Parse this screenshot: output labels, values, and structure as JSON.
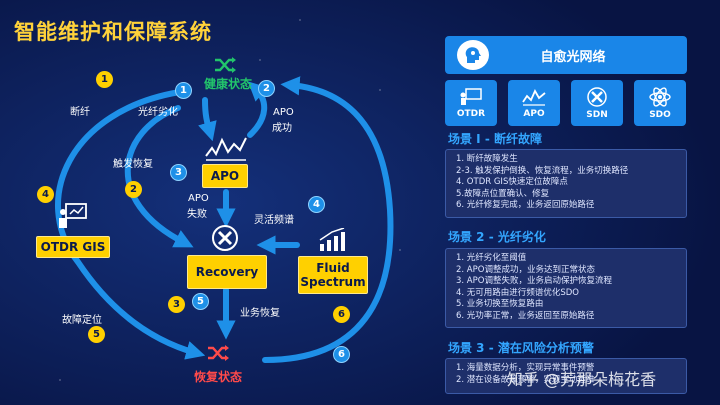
{
  "title": "智能维护和保障系统",
  "nodes": {
    "health": "健康状态",
    "apo": "APO",
    "recovery": "Recovery",
    "otdr": "OTDR GIS",
    "fluid_line1": "Fluid",
    "fluid_line2": "Spectrum",
    "restore": "恢复状态"
  },
  "edge_labels": {
    "break": "断纤",
    "degrade": "光纤劣化",
    "apo_success_1": "APO",
    "apo_success_2": "成功",
    "trigger_recover": "触发恢复",
    "apo_fail_1": "APO",
    "apo_fail_2": "失败",
    "flex_spectrum": "灵活频谱",
    "service_recover": "业务恢复",
    "fault_locate": "故障定位"
  },
  "badges": [
    "1",
    "1",
    "2",
    "2",
    "3",
    "4",
    "4",
    "5",
    "3",
    "5",
    "6",
    "6"
  ],
  "header": "自愈光网络",
  "tiles": [
    "OTDR",
    "APO",
    "SDN",
    "SDO"
  ],
  "scenarios": [
    {
      "title": "场景 I - 断纤故障",
      "items": [
        "1. 断纤故障发生",
        "2-3. 触发保护倒换、恢复流程，业务切换路径",
        "4. OTDR GIS快速定位故障点",
        "5.故障点位置确认、修复",
        "6. 光纤修复完成，业务返回原始路径"
      ]
    },
    {
      "title": "场景 2 - 光纤劣化",
      "items": [
        "1. 光纤劣化至阈值",
        "2. APO调整成功，业务达到正常状态",
        "3. APO调整失败，业务启动保护恢复流程",
        "4. 无可用路由进行频谱优化SDO",
        "5. 业务切换至恢复路由",
        "6. 光功率正常，业务返回至原始路径"
      ]
    },
    {
      "title": "场景 3 - 潜在风险分析预警",
      "items": [
        "1. 海量数据分析，实现异常事件预警",
        "2. 潜在设备故障预警，实现主动运维"
      ]
    }
  ],
  "watermark": "知乎 @芳那朵梅花香",
  "colors": {
    "background": "#0a1a4d",
    "title": "#ffd23a",
    "box": "#ffd000",
    "arrow": "#1e90e8",
    "health": "#22c46b",
    "restore": "#ff4a4a",
    "tile": "#1a86e8",
    "panel": "#1e2f6a"
  }
}
